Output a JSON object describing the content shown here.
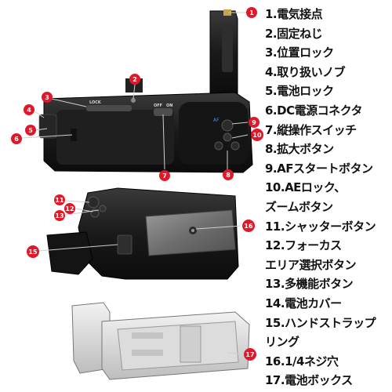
{
  "labels": [
    "1.電気接点",
    "2.固定ねじ",
    "3.位置ロック",
    "4.取り扱いノブ",
    "5.電池ロック",
    "6.DC電源コネクタ",
    "7.縦操作スイッチ",
    "8.拡大ボタン",
    "9.AFスタートボタン",
    "10.AEロック、",
    "ズームボタン",
    "11.シャッターボタン",
    "12.フォーカス",
    "エリア選択ボタン",
    "13.多機能ボタン",
    "14.電池カバー",
    "15.ハンドストラップ",
    "リング",
    "16.1/4ネジ穴",
    "17.電池ボックス"
  ],
  "badges": {
    "b1": "1",
    "b2": "2",
    "b3": "3",
    "b4": "4",
    "b5": "5",
    "b6": "6",
    "b7": "7",
    "b8": "8",
    "b9": "9",
    "b10": "10",
    "b11": "11",
    "b12": "12",
    "b13": "13",
    "b15": "15",
    "b16": "16",
    "b17": "17"
  },
  "grip_markings": {
    "lock": "LOCK",
    "off": "OFF",
    "on": "ON"
  },
  "colors": {
    "badge": "#e0182a",
    "grip_body": "#1b1b1b",
    "text": "#111111"
  }
}
